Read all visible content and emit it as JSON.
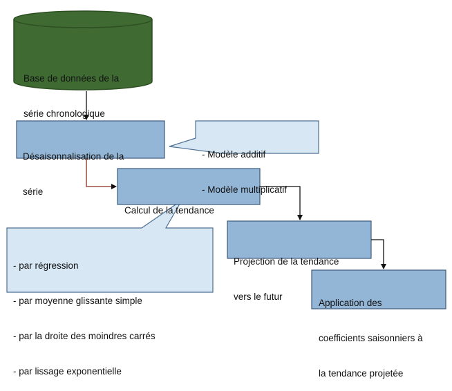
{
  "colors": {
    "db_fill": "#3f6b33",
    "db_stroke": "#2d4f22",
    "box_fill": "#94b6d6",
    "box_stroke": "#3c5a7d",
    "callout_fill": "#d7e7f4",
    "callout_stroke": "#4d6f92",
    "arrow": "#111111",
    "connector": "#8a2e1a"
  },
  "database": {
    "label_lines": [
      "Base de données de la",
      "série chronologique"
    ]
  },
  "steps": [
    {
      "label_lines": [
        "Désaisonnalisation de la",
        "série"
      ]
    },
    {
      "label_lines": [
        "Calcul de la tendance"
      ]
    },
    {
      "label_lines": [
        "Projection de la tendance",
        "vers le futur"
      ]
    },
    {
      "label_lines": [
        "Application des",
        "coefficients saisonniers à",
        "la tendance projetée"
      ]
    }
  ],
  "callouts": [
    {
      "lines": [
        "- Modèle additif",
        "- Modèle multiplicatif"
      ]
    },
    {
      "lines": [
        "- par régression",
        "- par moyenne glissante simple",
        "- par la droite des moindres carrés",
        "- par lissage exponentielle"
      ]
    }
  ]
}
